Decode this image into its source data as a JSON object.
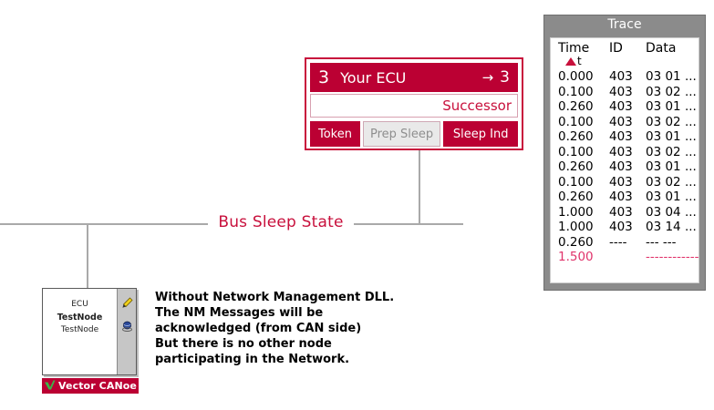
{
  "colors": {
    "crimson": "#bb0033",
    "crimson_text": "#c8103c",
    "highlight_pink": "#e0336b",
    "bus_gray": "#a9a9a9",
    "panel_gray": "#8b8b8b"
  },
  "bus": {
    "label": "Bus Sleep State"
  },
  "ecu": {
    "token_number": "3",
    "name": "Your ECU",
    "arrow_icon": "→",
    "successor_number": "3",
    "successor_label": "Successor",
    "buttons": [
      {
        "label": "Token",
        "state": "active"
      },
      {
        "label": "Prep Sleep",
        "state": "disabled"
      },
      {
        "label": "Sleep Ind",
        "state": "active"
      }
    ]
  },
  "trace": {
    "title": "Trace",
    "columns": [
      "Time",
      "ID",
      "Data"
    ],
    "sort_indicator": "t",
    "rows": [
      {
        "time": "0.000",
        "id": "403",
        "data": "03 01 ..."
      },
      {
        "time": "0.100",
        "id": "403",
        "data": "03 02 ..."
      },
      {
        "time": "0.260",
        "id": "403",
        "data": "03 01 ..."
      },
      {
        "time": "0.100",
        "id": "403",
        "data": "03 02 ..."
      },
      {
        "time": "0.260",
        "id": "403",
        "data": "03 01 ..."
      },
      {
        "time": "0.100",
        "id": "403",
        "data": "03 02 ..."
      },
      {
        "time": "0.260",
        "id": "403",
        "data": "03 01 ..."
      },
      {
        "time": "0.100",
        "id": "403",
        "data": "03 02 ..."
      },
      {
        "time": "0.260",
        "id": "403",
        "data": "03 01 ..."
      },
      {
        "time": "1.000",
        "id": "403",
        "data": "03 04 ..."
      },
      {
        "time": "1.000",
        "id": "403",
        "data": "03 14 ..."
      },
      {
        "time": "0.260",
        "id": "----",
        "data": "--- ---"
      },
      {
        "time": "1.500",
        "id": "",
        "data": "---------------",
        "highlight": true
      }
    ]
  },
  "canoe": {
    "lines": [
      "ECU",
      "TestNode",
      "TestNode"
    ],
    "logo_text": "Vector CANoe"
  },
  "note": {
    "lines": [
      "Without Network Management DLL.",
      "The NM Messages will be",
      "acknowledged (from CAN side)",
      "But there is no other node",
      "participating in the Network."
    ]
  }
}
